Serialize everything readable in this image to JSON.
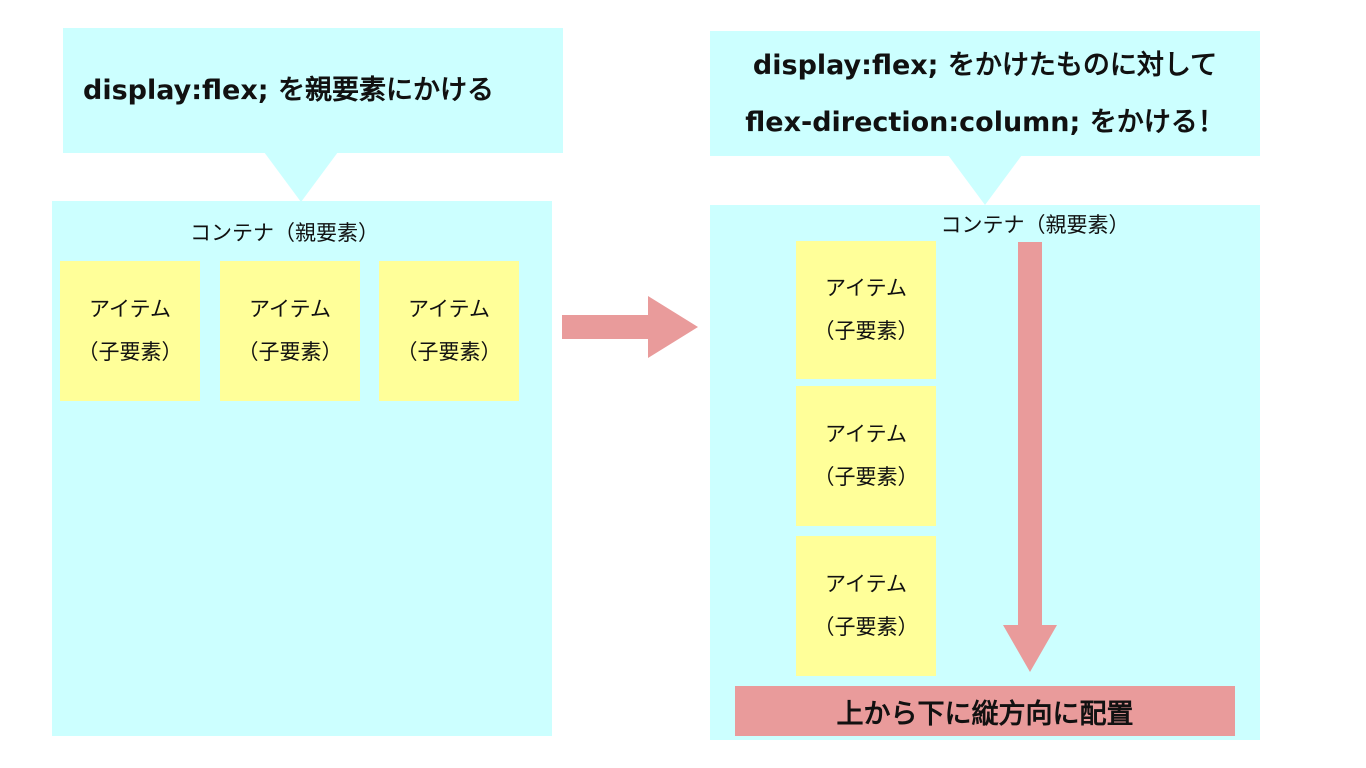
{
  "left": {
    "bubble_text": "display:flex; を親要素にかける",
    "container_label": "コンテナ（親要素）",
    "items": [
      {
        "line1": "アイテム",
        "line2": "（子要素）"
      },
      {
        "line1": "アイテム",
        "line2": "（子要素）"
      },
      {
        "line1": "アイテム",
        "line2": "（子要素）"
      }
    ]
  },
  "right": {
    "bubble_line1": "display:flex; をかけたものに対して",
    "bubble_line2": "flex-direction:column; をかける！",
    "container_label": "コンテナ（親要素）",
    "items": [
      {
        "line1": "アイテム",
        "line2": "（子要素）"
      },
      {
        "line1": "アイテム",
        "line2": "（子要素）"
      },
      {
        "line1": "アイテム",
        "line2": "（子要素）"
      }
    ],
    "result_label": "上から下に縦方向に配置"
  },
  "colors": {
    "bubble": "#ccffff",
    "container": "#ccffff",
    "item": "#ffff99",
    "arrow": "#e99b9b"
  }
}
